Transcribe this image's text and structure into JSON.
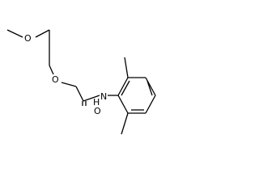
{
  "atoms": {
    "o_methoxy": "O",
    "o_ether": "O",
    "n_amide": "N",
    "h_amide": "H",
    "o_carbonyl": "O"
  }
}
